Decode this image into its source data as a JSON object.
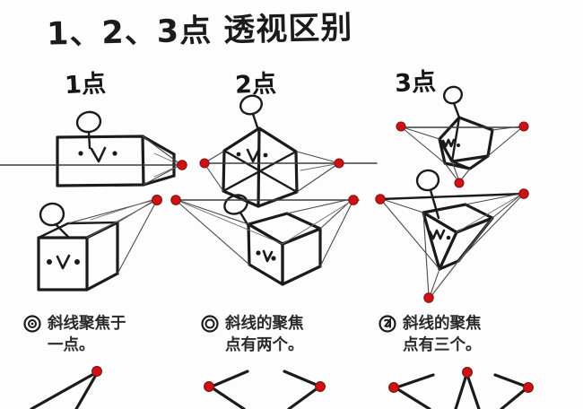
{
  "title": "1、2、3点 透视区别",
  "columns": [
    {
      "heading": "1点",
      "bullet": "circled-one-icon",
      "caption_line1": "斜线聚焦于",
      "caption_line2": "一点。",
      "vanishing_points": 1
    },
    {
      "heading": "2点",
      "bullet": "circled-two-icon",
      "caption_line1": "斜线的聚焦",
      "caption_line2": "点有两个。",
      "vanishing_points": 2
    },
    {
      "heading": "3点",
      "bullet": "circled-three-icon",
      "caption_line1": "斜线的聚焦",
      "caption_line2": "点有三个。",
      "vanishing_points": 3
    }
  ],
  "colors": {
    "ink": "#1b1b1b",
    "vanishing_point": "#cc1111",
    "vanishing_point_dark": "#8c0f12",
    "guide_line": "#555555",
    "background": "#fdfdfd"
  }
}
